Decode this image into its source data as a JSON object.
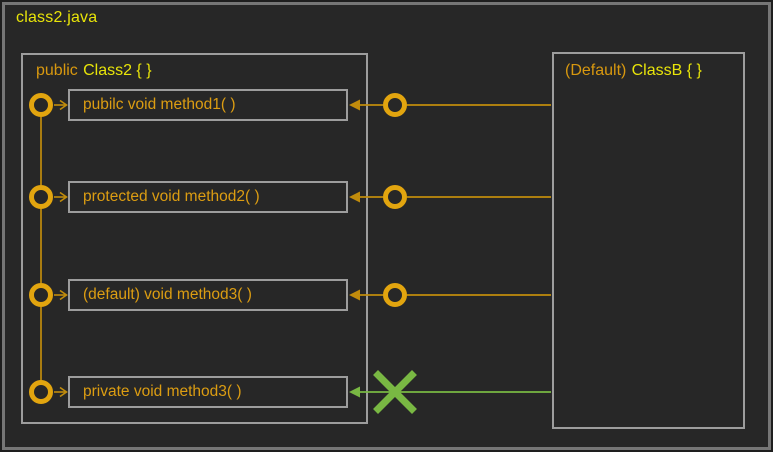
{
  "file": {
    "title": "class2.java"
  },
  "class2": {
    "modifier": "public",
    "name": "Class2 { }",
    "methods": [
      {
        "label": "pubilc void method1( )",
        "accessible": true
      },
      {
        "label": "protected void method2( )",
        "accessible": true
      },
      {
        "label": "(default) void method3( )",
        "accessible": true
      },
      {
        "label": "private void method3( )",
        "accessible": false
      }
    ]
  },
  "classb": {
    "modifier": "(Default)",
    "name": "ClassB { }"
  },
  "markers": {
    "accessible": "port-circle-icon",
    "blocked": "x-mark-icon"
  },
  "colors": {
    "yellow": "#e8e409",
    "orange_text": "#dc9d12",
    "ring": "#e2a50f",
    "line": "#c18c0c",
    "green": "#79b843",
    "box_border": "#9d9d9d",
    "frame_border": "#767676",
    "background": "#272727"
  }
}
